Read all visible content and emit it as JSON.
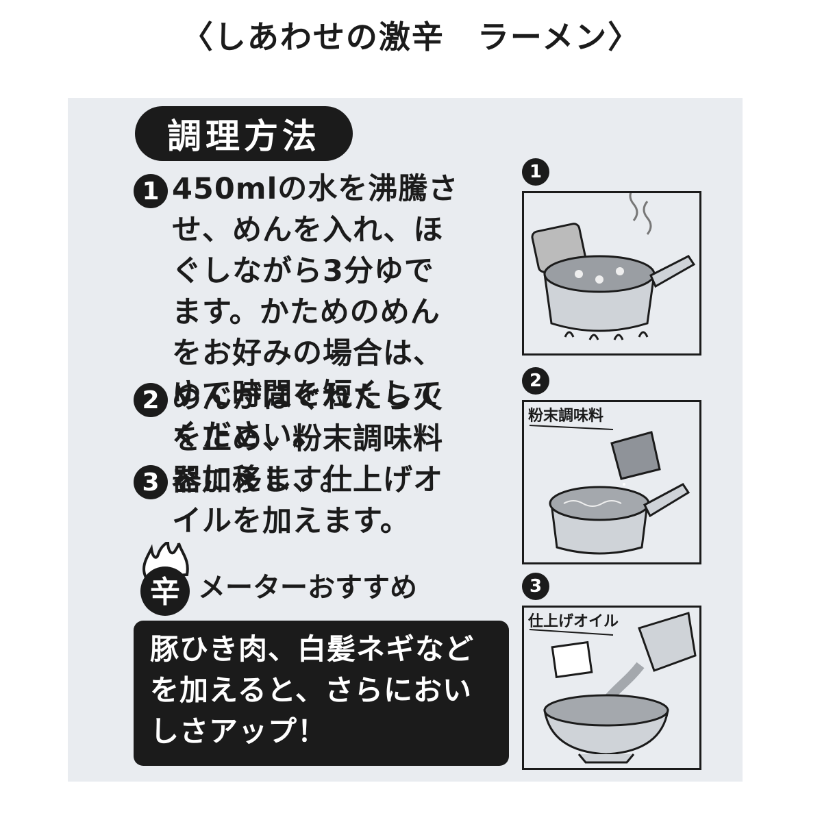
{
  "title": "〈しあわせの激辛　ラーメン〉",
  "section_header": "調理方法",
  "steps": [
    {
      "number": "1",
      "text": "450mlの水を沸騰させ、めんを入れ、ほぐしながら3分ゆでます。かためのめんをお好みの場合は、ゆで時間を短くしてください。"
    },
    {
      "number": "2",
      "text": "めんがほぐれたら火を止め、粉末調味料を加えます。"
    },
    {
      "number": "3",
      "text": "器に移し、仕上げオイルを加えます。"
    }
  ],
  "meter": {
    "badge_char": "辛",
    "label": "メーターおすすめ"
  },
  "tip": "豚ひき肉、白髪ネギなどを加えると、さらにおいしさアップ！",
  "illustrations": [
    {
      "number": "1",
      "label": ""
    },
    {
      "number": "2",
      "label": "粉末調味料"
    },
    {
      "number": "3",
      "label": "仕上げオイル"
    }
  ]
}
